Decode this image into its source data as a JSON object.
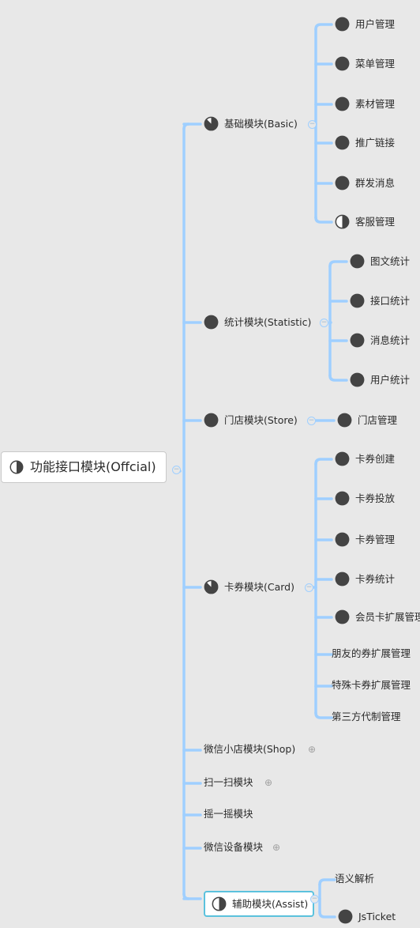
{
  "root": {
    "label": "功能接口模块(Offcial)",
    "progress": 0.5
  },
  "branches": [
    {
      "label": "基础模块(Basic)",
      "progress": 0.875,
      "toggle": "collapse",
      "children": [
        {
          "label": "用户管理",
          "progress": 1
        },
        {
          "label": "菜单管理",
          "progress": 1
        },
        {
          "label": "素材管理",
          "progress": 1
        },
        {
          "label": "推广链接",
          "progress": 1
        },
        {
          "label": "群发消息",
          "progress": 1
        },
        {
          "label": "客服管理",
          "progress": 0.5
        }
      ]
    },
    {
      "label": "统计模块(Statistic)",
      "progress": 1,
      "toggle": "collapse",
      "children": [
        {
          "label": "图文统计",
          "progress": 1
        },
        {
          "label": "接口统计",
          "progress": 1
        },
        {
          "label": "消息统计",
          "progress": 1
        },
        {
          "label": "用户统计",
          "progress": 1
        }
      ]
    },
    {
      "label": "门店模块(Store)",
      "progress": 1,
      "toggle": "collapse",
      "children": [
        {
          "label": "门店管理",
          "progress": 1
        }
      ]
    },
    {
      "label": "卡券模块(Card)",
      "progress": 0.875,
      "toggle": "collapse",
      "children": [
        {
          "label": "卡券创建",
          "progress": 1
        },
        {
          "label": "卡券投放",
          "progress": 1
        },
        {
          "label": "卡券管理",
          "progress": 1
        },
        {
          "label": "卡券统计",
          "progress": 1
        },
        {
          "label": "会员卡扩展管理",
          "progress": 1
        },
        {
          "label": "朋友的券扩展管理"
        },
        {
          "label": "特殊卡券扩展管理"
        },
        {
          "label": "第三方代制管理"
        }
      ]
    },
    {
      "label": "微信小店模块(Shop)",
      "toggle": "expand",
      "children": []
    },
    {
      "label": "扫一扫模块",
      "toggle": "expand",
      "children": []
    },
    {
      "label": "摇一摇模块",
      "children": []
    },
    {
      "label": "微信设备模块",
      "toggle": "expand",
      "children": []
    },
    {
      "label": "辅助模块(Assist)",
      "progress": 0.5,
      "toggle": "collapse",
      "selected": true,
      "children": [
        {
          "label": "语义解析"
        },
        {
          "label": "JsTicket",
          "progress": 1
        }
      ]
    }
  ],
  "colors": {
    "connector": "#9fcfff",
    "marker": "#444444",
    "background": "#e8e8e8",
    "selection": "#5bc2dd"
  },
  "icons": {
    "progress": "progress-pie-icon",
    "collapse": "collapse-minus-icon",
    "expand": "expand-plus-icon"
  }
}
